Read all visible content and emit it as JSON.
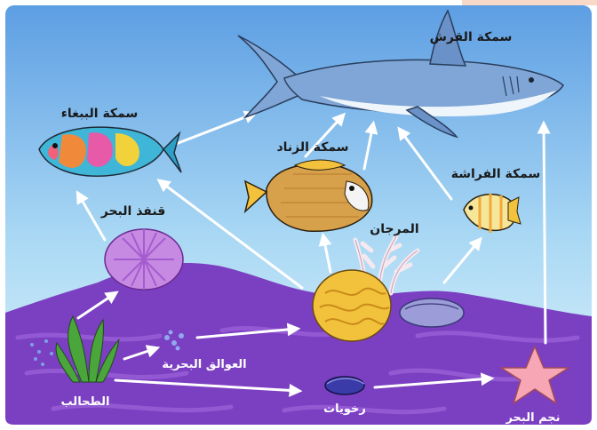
{
  "diagram": {
    "organisms": {
      "shark": "سمكة القرش",
      "parrotfish": "سمكة الببغاء",
      "triggerfish": "سمكة الزناد",
      "butterflyfish": "سمكة الفراشة",
      "sea_urchin": "قنفذ البحر",
      "coral": "المرجان",
      "algae": "الطحالب",
      "plankton": "العوالق البحرية",
      "mollusks": "رخويات",
      "starfish": "نجم البحر"
    },
    "colors": {
      "water_top": "#6aa8e6",
      "water_bottom": "#d6f0fb",
      "seabed": "#7a3fc0",
      "arrow": "#ffffff",
      "shark": "#7fa6d6"
    }
  }
}
